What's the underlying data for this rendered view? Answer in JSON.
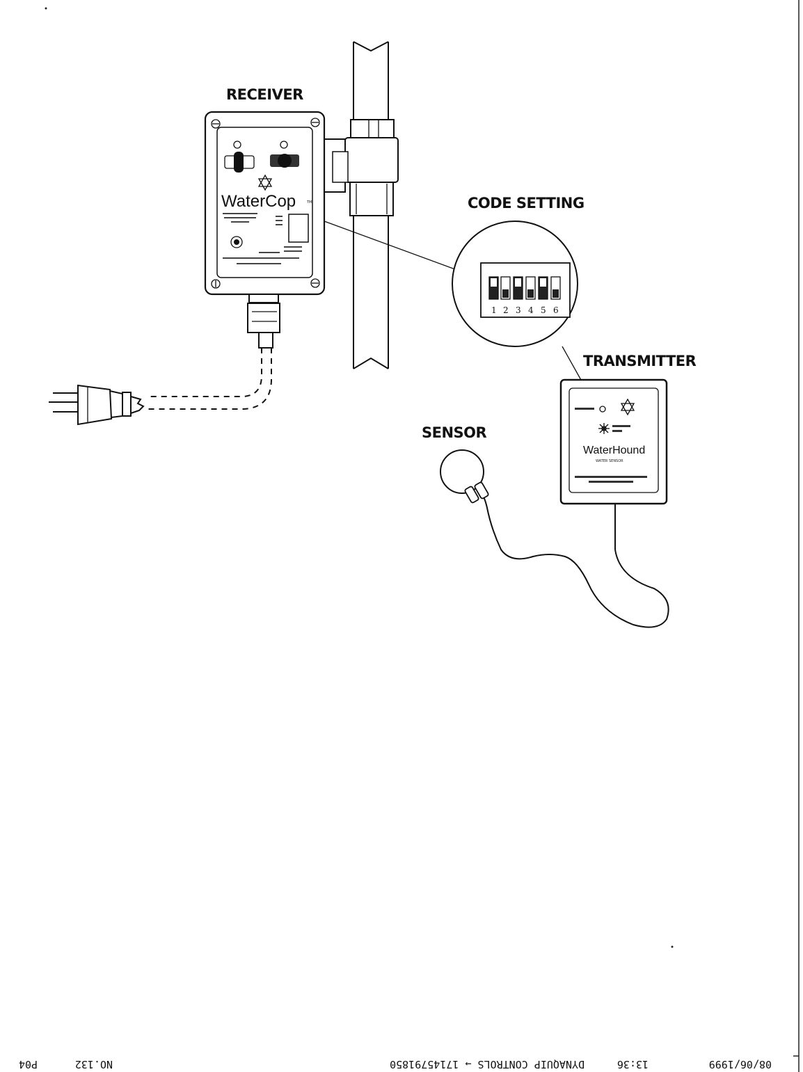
{
  "labels": {
    "receiver": "RECEIVER",
    "code_setting": "CODE SETTING",
    "transmitter": "TRANSMITTER",
    "sensor": "SENSOR"
  },
  "receiver_panel": {
    "brand": "WaterCop",
    "trademark": "TM"
  },
  "dip_switch": {
    "numbers": [
      "1",
      "2",
      "3",
      "4",
      "5",
      "6"
    ]
  },
  "transmitter_panel": {
    "brand": "WaterHound",
    "subtitle": "WATER SENSOR"
  },
  "fax_header": {
    "date": "08/06/1999",
    "time": "13:36",
    "from_to": "DYNAQUIP CONTROLS → 17145791850",
    "number": "NO.132",
    "page": "P04"
  }
}
